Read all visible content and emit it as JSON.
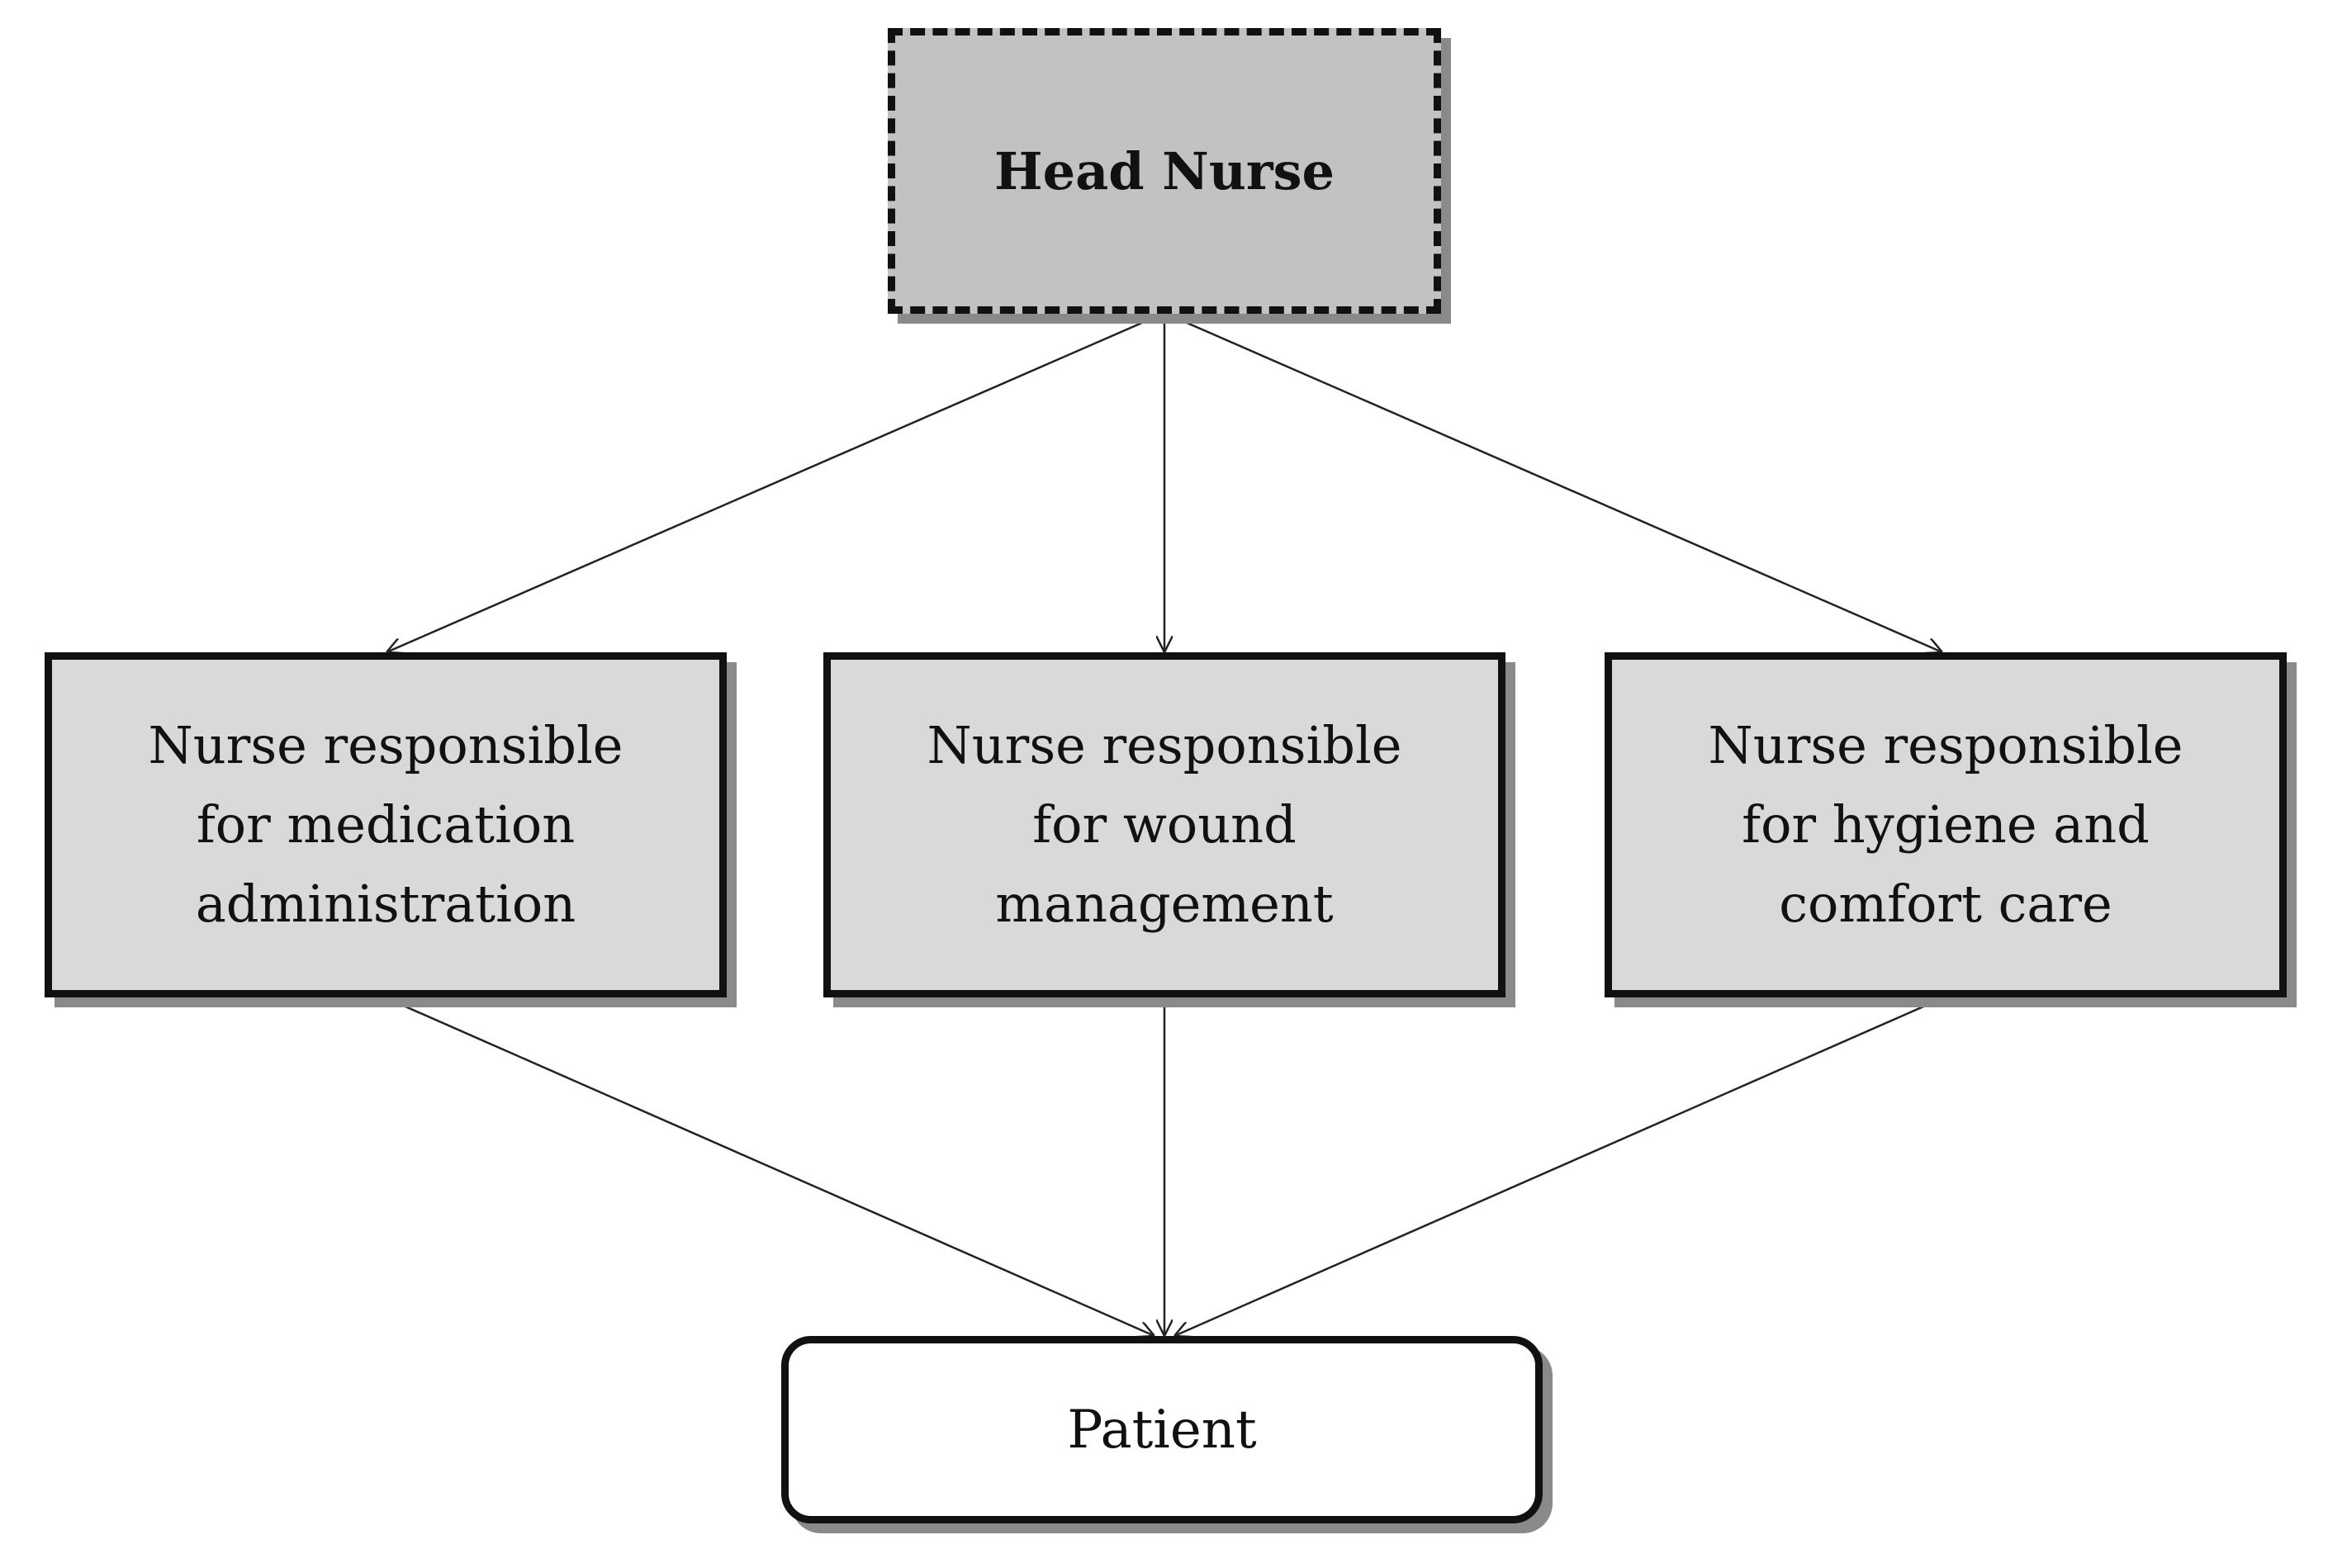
{
  "diagram": {
    "head": {
      "label": "Head Nurse"
    },
    "roles": [
      {
        "label": "Nurse responsible for medication administration"
      },
      {
        "label": "Nurse responsible for wound management"
      },
      {
        "label": "Nurse responsible for hygiene and comfort care"
      }
    ],
    "patient": {
      "label": "Patient"
    },
    "colors": {
      "head_fill": "#c2c2c2",
      "role_fill": "#d9d9d9",
      "patient_fill": "#ffffff",
      "border": "#111111",
      "shadow": "#8a8a8a",
      "connector": "#222222"
    },
    "edges": [
      {
        "from": "head",
        "to": "role-1",
        "arrow": true
      },
      {
        "from": "head",
        "to": "role-2",
        "arrow": true
      },
      {
        "from": "head",
        "to": "role-3",
        "arrow": true
      },
      {
        "from": "role-1",
        "to": "patient",
        "arrow": true
      },
      {
        "from": "role-2",
        "to": "patient",
        "arrow": true
      },
      {
        "from": "role-3",
        "to": "patient",
        "arrow": true
      }
    ]
  }
}
